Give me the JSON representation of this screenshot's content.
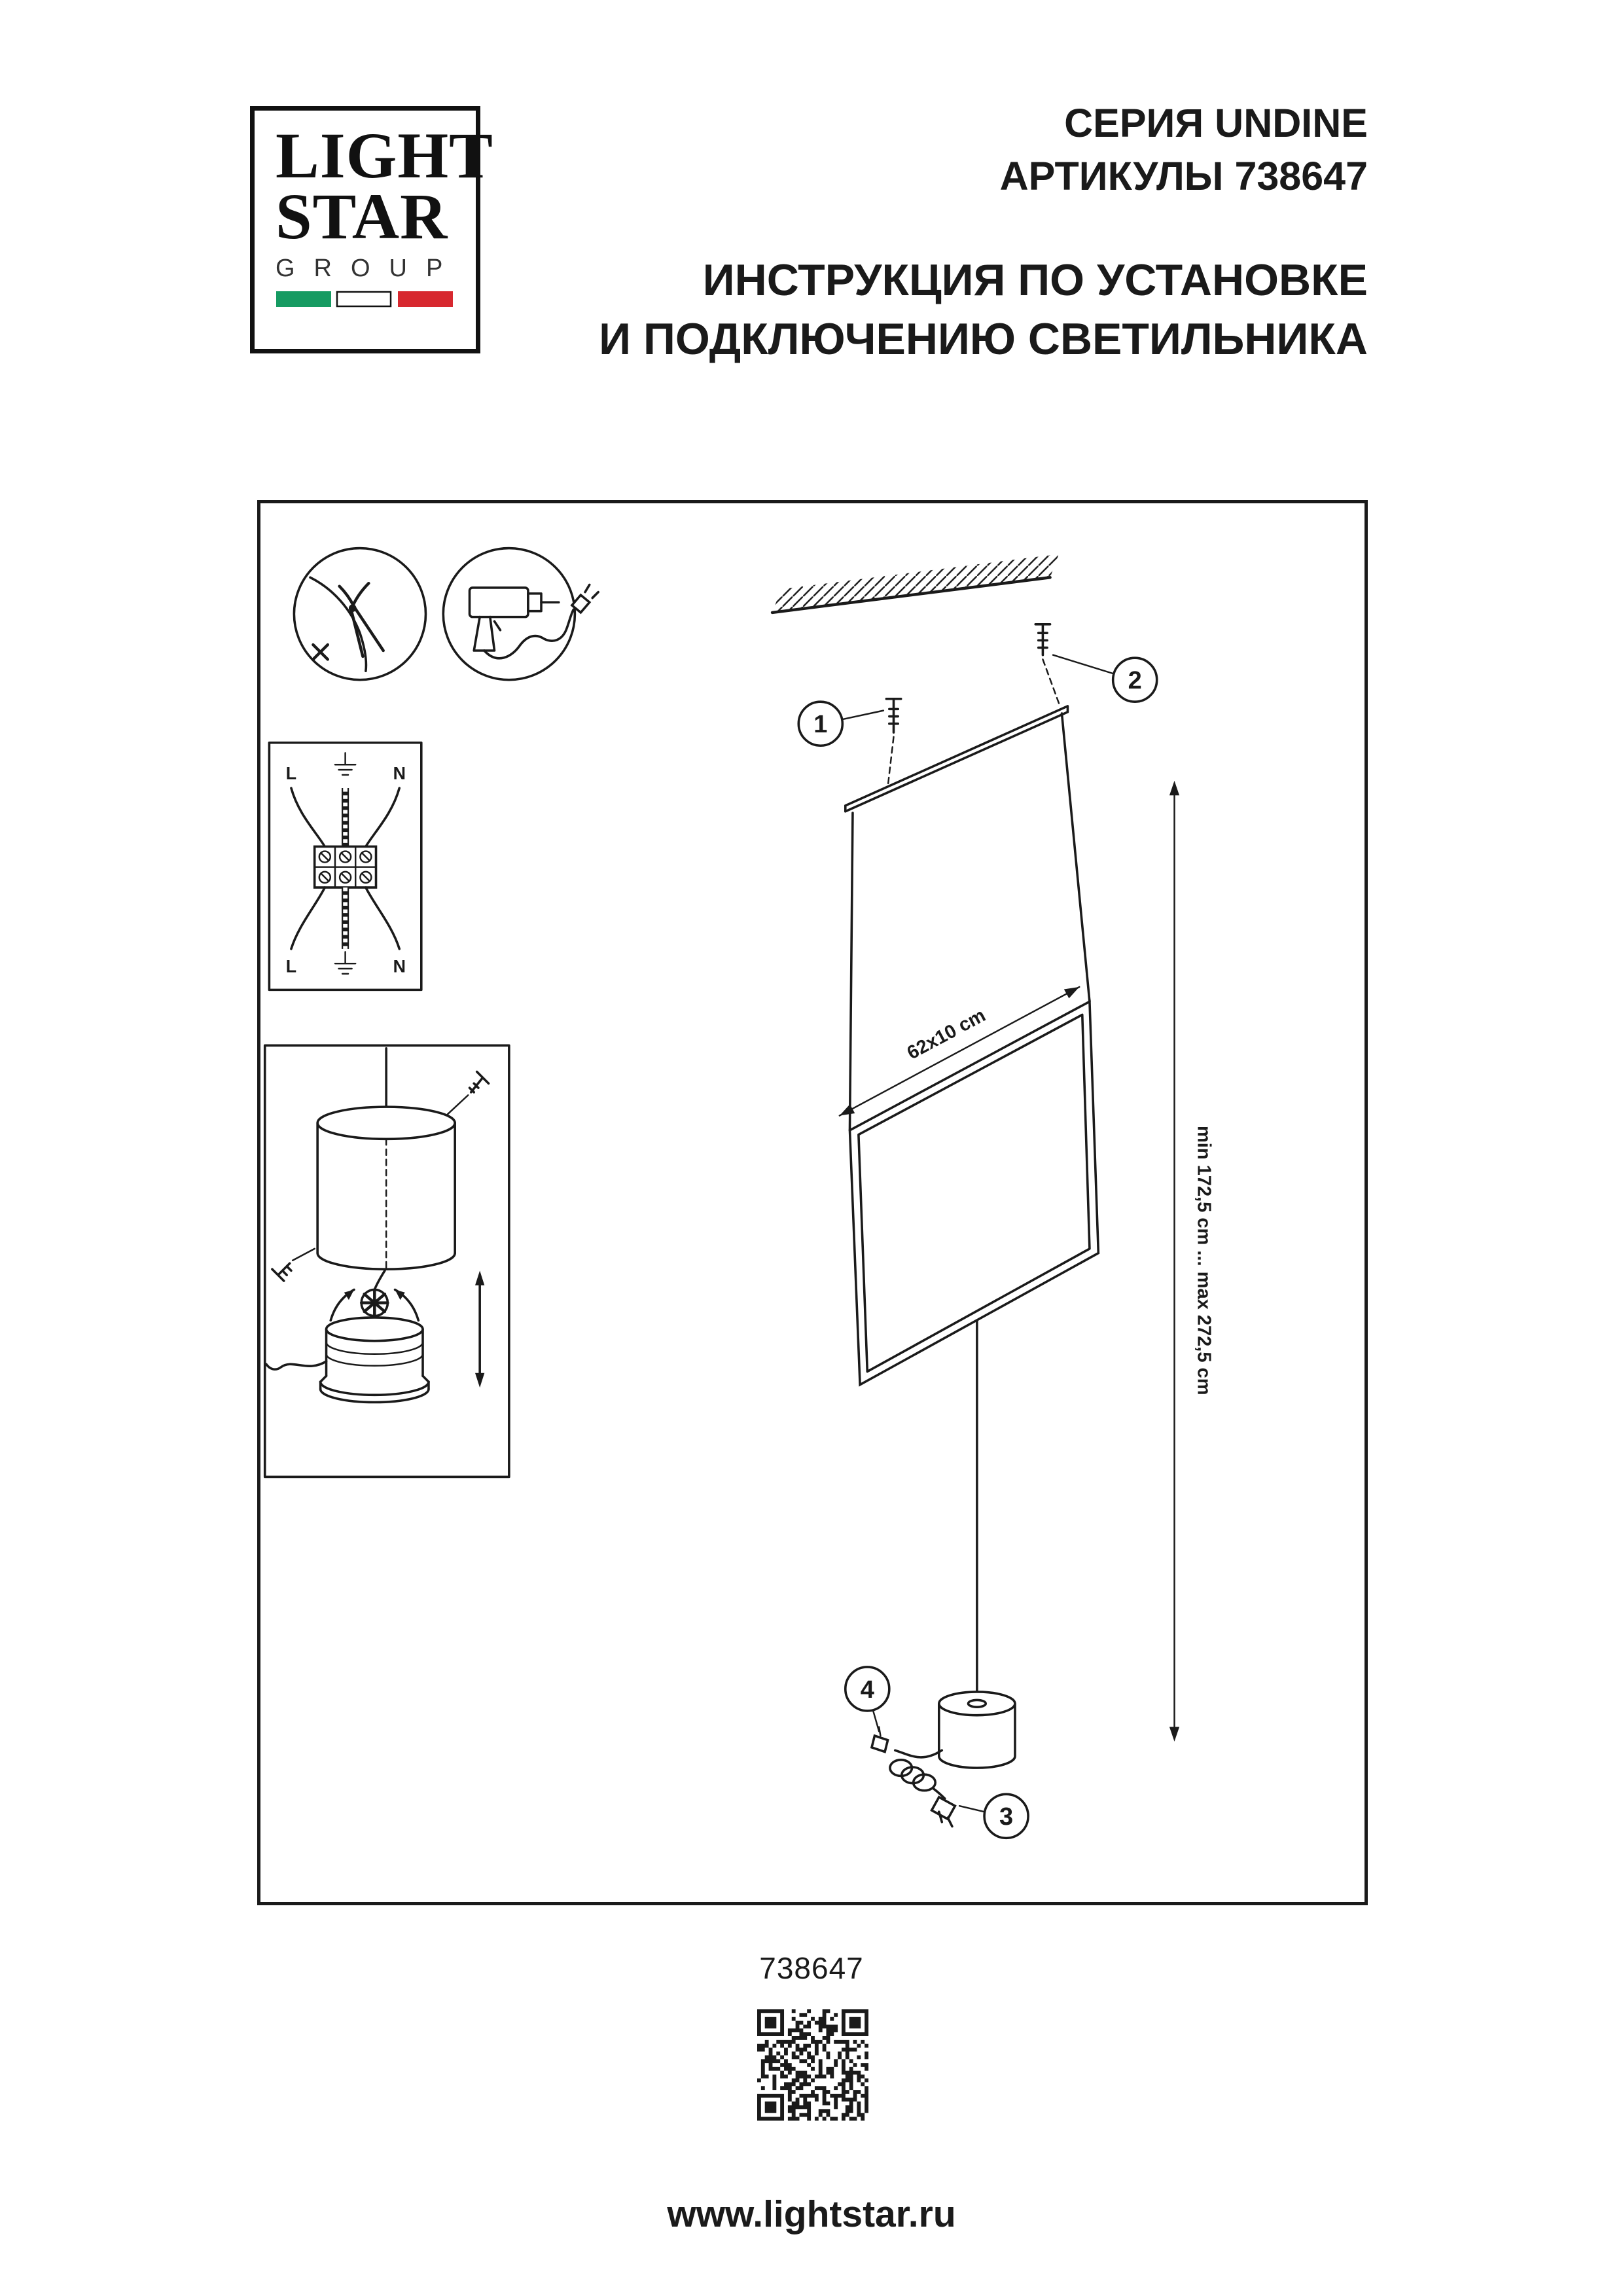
{
  "logo": {
    "line1": "LIGHT",
    "line2": "STAR",
    "line3": "GROUP",
    "flag": {
      "green": "#169b62",
      "white": "#ffffff",
      "red": "#d7282f"
    }
  },
  "header": {
    "series": "СЕРИЯ UNDINE",
    "articles": "АРТИКУЛЫ 738647",
    "title_line1": "ИНСТРУКЦИЯ ПО УСТАНОВКЕ",
    "title_line2": "И ПОДКЛЮЧЕНИЮ СВЕТИЛЬНИКА"
  },
  "diagram": {
    "panel_dimension": "62x10 cm",
    "height_range": "min 172,5 cm ... max 272,5 cm",
    "callouts": {
      "c1": "1",
      "c2": "2",
      "c3": "3",
      "c4": "4"
    },
    "wiring": {
      "top_left": "L",
      "top_right": "N",
      "bottom_left": "L",
      "bottom_right": "N"
    }
  },
  "footer": {
    "article": "738647",
    "website": "www.lightstar.ru"
  }
}
